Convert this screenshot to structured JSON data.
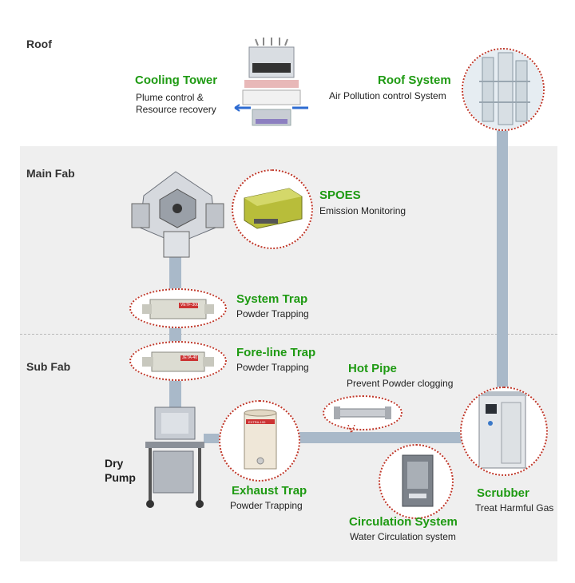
{
  "zones": {
    "roof": "Roof",
    "main_fab": "Main Fab",
    "sub_fab": "Sub Fab"
  },
  "components": {
    "cooling_tower": {
      "name": "Cooling Tower",
      "desc1": "Plume control &",
      "desc2": "Resource recovery"
    },
    "roof_system": {
      "name": "Roof System",
      "desc": "Air Pollution control System"
    },
    "spoes": {
      "name": "SPOES",
      "desc": "Emission Monitoring"
    },
    "system_trap": {
      "name": "System Trap",
      "desc": "Powder Trapping"
    },
    "foreline_trap": {
      "name": "Fore-line Trap",
      "desc": "Powder Trapping"
    },
    "hot_pipe": {
      "name": "Hot Pipe",
      "desc": "Prevent Powder clogging"
    },
    "dry_pump": {
      "line1": "Dry",
      "line2": "Pump"
    },
    "exhaust_trap": {
      "name": "Exhaust Trap",
      "desc": "Powder Trapping"
    },
    "circulation": {
      "name": "Circulation System",
      "desc": "Water Circulation system"
    },
    "scrubber": {
      "name": "Scrubber",
      "desc": "Treat Harmful Gas"
    }
  },
  "equipment_labels": {
    "system_trap_tag": "VETF-300",
    "foreline_trap_tag": "JETA-40",
    "exhaust_trap_tag": "EXTRA-100"
  },
  "colors": {
    "name_green": "#1e9a12",
    "pipe": "#a9b9c9",
    "zone_bg": "#efefef",
    "dotted_border": "#c0392b"
  }
}
